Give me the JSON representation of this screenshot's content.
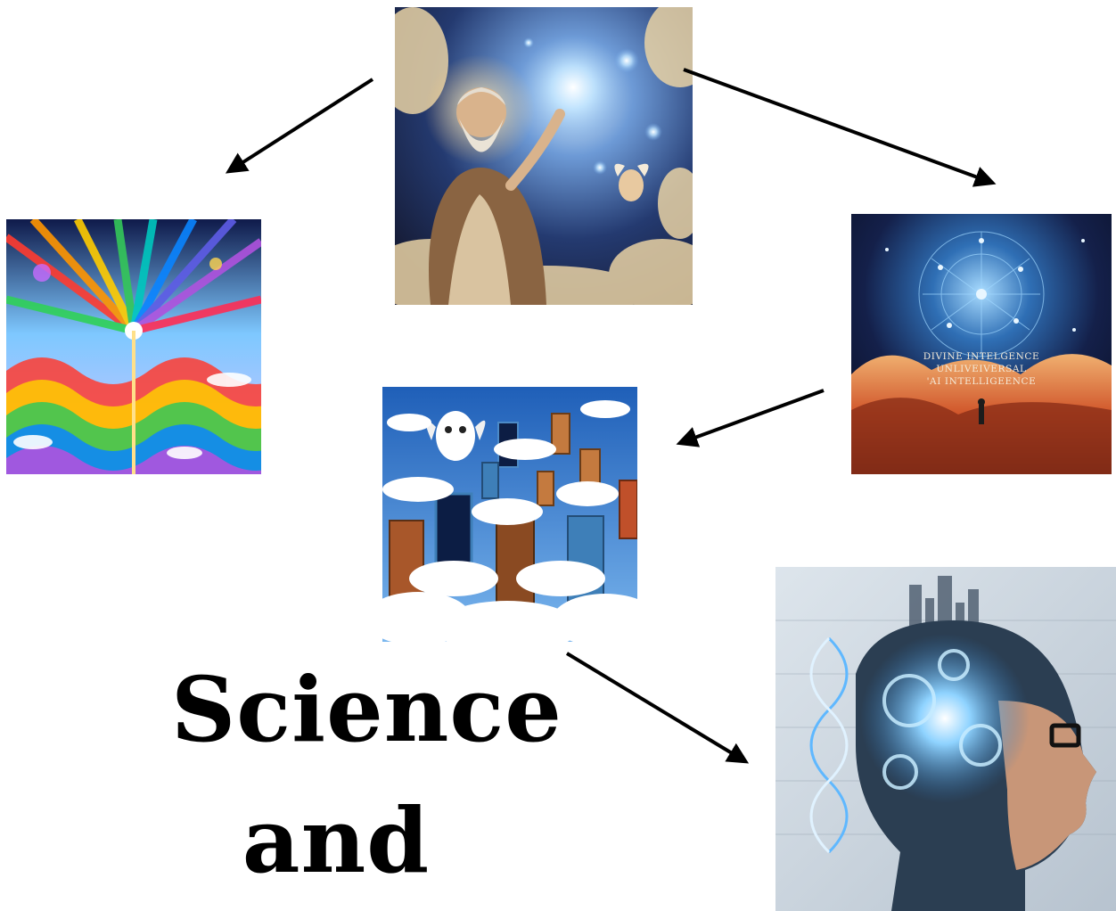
{
  "title": {
    "line1": "Science",
    "line2": "and"
  },
  "panels": [
    {
      "name": "divine-figure-in-cosmos",
      "palette": [
        "#1c2a58",
        "#8aa6d8",
        "#e9d2a4",
        "#6b4a2e"
      ]
    },
    {
      "name": "rainbow-light-rays-over-waves",
      "palette": [
        "#ff3b30",
        "#ffcc00",
        "#34c759",
        "#0a84ff",
        "#af52de"
      ]
    },
    {
      "name": "cosmic-network-over-clouds",
      "palette": [
        "#0e1a3d",
        "#4fb3ff",
        "#d0552a",
        "#f0b070"
      ],
      "overlay_lines": [
        "DIVINE INTELGENCE",
        "UNLIVEIVERSAL",
        "'AI INTELLIGEENCE"
      ]
    },
    {
      "name": "doors-floating-in-clouds",
      "palette": [
        "#2f7fd6",
        "#ffffff",
        "#a8572a",
        "#3e7fb8"
      ]
    },
    {
      "name": "mechanical-mind-profile",
      "palette": [
        "#cfd8e0",
        "#5fb8ff",
        "#2b3e52",
        "#c89678"
      ]
    }
  ],
  "arrows": [
    {
      "from": "divine-figure-in-cosmos",
      "to": "rainbow-light-rays-over-waves"
    },
    {
      "from": "divine-figure-in-cosmos",
      "to": "cosmic-network-over-clouds"
    },
    {
      "from": "cosmic-network-over-clouds",
      "to": "doors-floating-in-clouds"
    },
    {
      "from": "doors-floating-in-clouds",
      "to": "mechanical-mind-profile"
    }
  ]
}
